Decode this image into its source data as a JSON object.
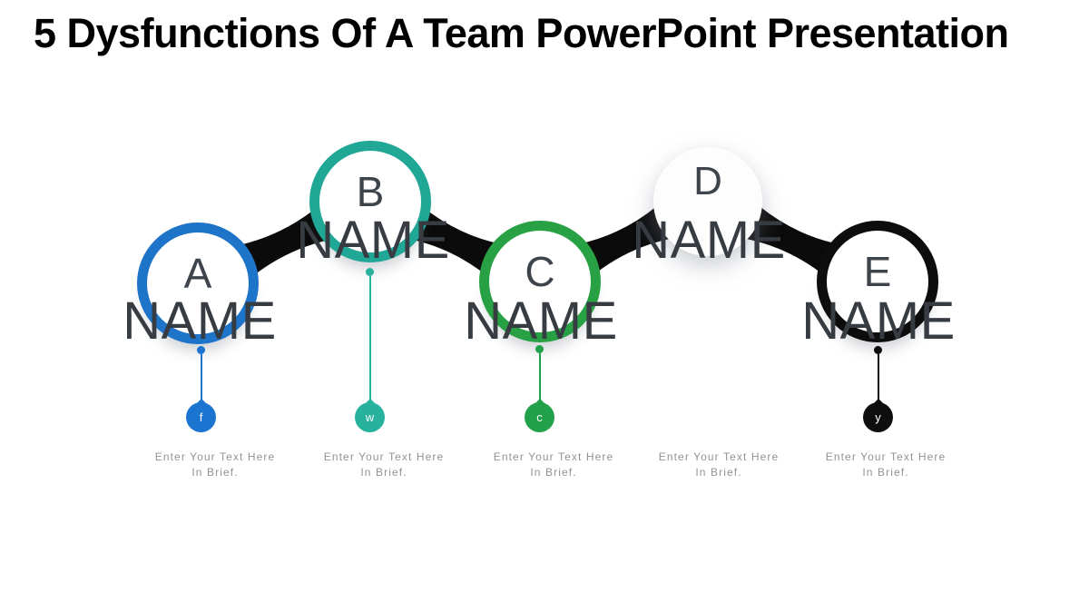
{
  "slide": {
    "title": "5 Dysfunctions Of A Team PowerPoint Presentation",
    "background_color": "#ffffff",
    "connector_color": "#0b0b0b",
    "name_text_color": "#373c43",
    "caption_text_color": "#8f9398"
  },
  "diagram": {
    "nodes": [
      {
        "id": "A",
        "letter": "A",
        "name": "NAME",
        "color": "#1e74c9",
        "position": "low",
        "badge": {
          "letter": "f",
          "color": "#1b74d0"
        }
      },
      {
        "id": "B",
        "letter": "B",
        "name": "NAME",
        "color": "#21a795",
        "position": "high",
        "badge": {
          "letter": "w",
          "color": "#26b29c"
        }
      },
      {
        "id": "C",
        "letter": "C",
        "name": "NAME",
        "color": "#28a145",
        "position": "low",
        "badge": {
          "letter": "c",
          "color": "#22a14b"
        }
      },
      {
        "id": "D",
        "letter": "D",
        "name": "NAME",
        "color": "#fdfdfe",
        "position": "high"
      },
      {
        "id": "E",
        "letter": "E",
        "name": "NAME",
        "color": "#0d0d0d",
        "position": "low",
        "badge": {
          "letter": "y",
          "color": "#0e0e0e"
        }
      }
    ],
    "captions": [
      {
        "line1": "Enter Your Text Here",
        "line2": "In Brief."
      },
      {
        "line1": "Enter Your Text Here",
        "line2": "In Brief."
      },
      {
        "line1": "Enter Your Text Here",
        "line2": "In Brief."
      },
      {
        "line1": "Enter Your Text Here",
        "line2": "In Brief."
      },
      {
        "line1": "Enter Your Text Here",
        "line2": "In Brief."
      }
    ]
  }
}
